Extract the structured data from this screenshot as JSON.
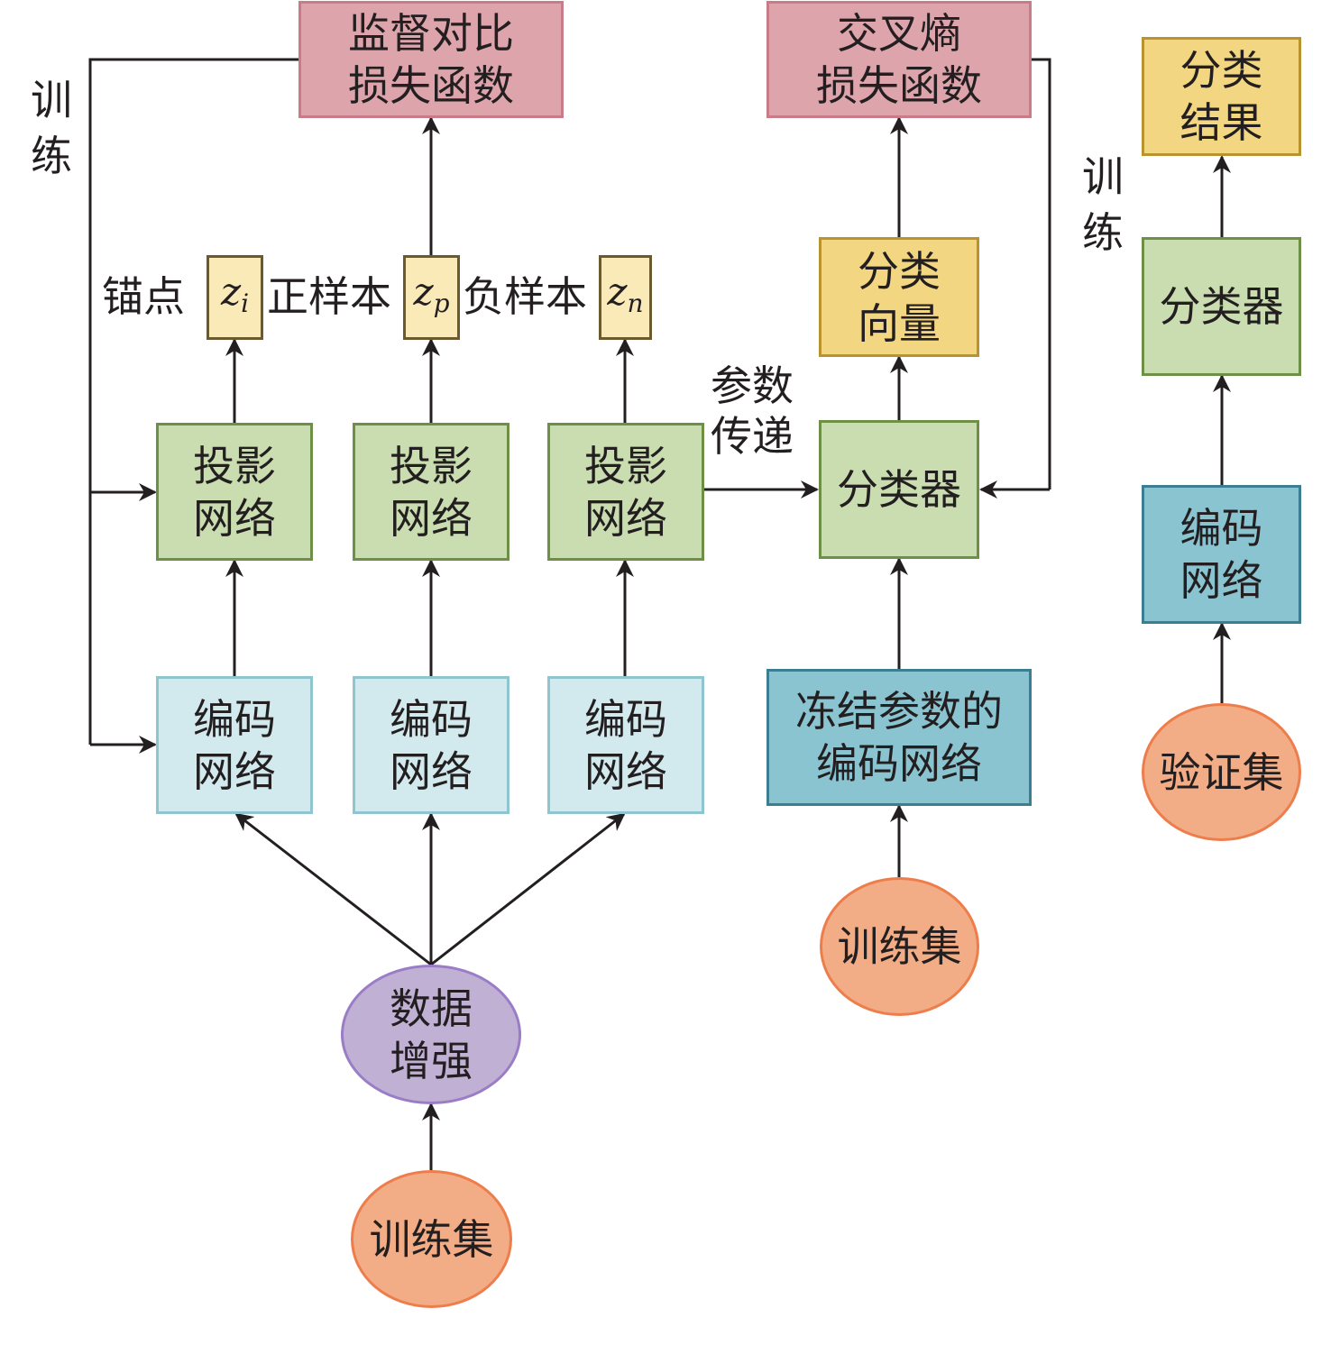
{
  "nodes": {
    "supcon_loss": [
      "监督对比",
      "损失函数"
    ],
    "ce_loss": [
      "交叉熵",
      "损失函数"
    ],
    "class_result": [
      "分类",
      "结果"
    ],
    "class_vector": [
      "分类",
      "向量"
    ],
    "classifier_mid": "分类器",
    "classifier_right": "分类器",
    "proj_net": [
      "投影",
      "网络"
    ],
    "enc_net": [
      "编码",
      "网络"
    ],
    "frozen_enc": [
      "冻结参数的",
      "编码网络"
    ],
    "enc_net_right": [
      "编码",
      "网络"
    ],
    "data_aug": [
      "数据",
      "增强"
    ],
    "train_set": "训练集",
    "val_set": "验证集"
  },
  "vectors": {
    "anchor": {
      "label": "锚点",
      "var": "z",
      "sub": "i"
    },
    "positive": {
      "label": "正样本",
      "var": "z",
      "sub": "p"
    },
    "negative": {
      "label": "负样本",
      "var": "z",
      "sub": "n"
    }
  },
  "labels": {
    "train_left": [
      "训",
      "练"
    ],
    "train_right": [
      "训",
      "练"
    ],
    "param_transfer": [
      "参数",
      "传递"
    ]
  }
}
